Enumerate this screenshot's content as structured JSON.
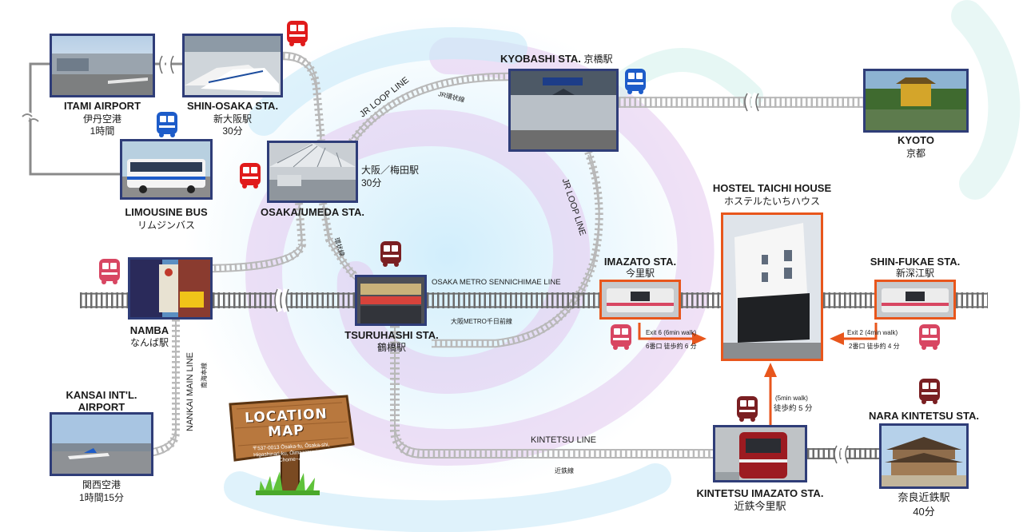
{
  "stations": {
    "itami": {
      "name": "ITAMI AIRPORT",
      "jp": "伊丹空港",
      "time": "1時間"
    },
    "shin_osaka": {
      "name": "SHIN-OSAKA STA.",
      "jp": "新大阪駅",
      "time": "30分"
    },
    "limousine": {
      "name": "LIMOUSINE BUS",
      "jp": "リムジンバス"
    },
    "osaka_umeda": {
      "name": "OSAKA/UMEDA STA.",
      "jp": "大阪／梅田駅",
      "time": "30分"
    },
    "kyobashi": {
      "name": "KYOBASHI STA.",
      "jp": "京橋駅"
    },
    "kyoto": {
      "name": "KYOTO",
      "jp": "京都"
    },
    "hostel": {
      "name": "HOSTEL TAICHI HOUSE",
      "jp": "ホステルたいちハウス"
    },
    "imazato": {
      "name": "IMAZATO STA.",
      "jp": "今里駅"
    },
    "shin_fukae": {
      "name": "SHIN-FUKAE STA.",
      "jp": "新深江駅"
    },
    "namba": {
      "name": "NAMBA",
      "jp": "なんば駅"
    },
    "tsuruhashi": {
      "name": "TSURUHASHI STA.",
      "jp": "鶴橋駅"
    },
    "kansai": {
      "name": "KANSAI INT'L. AIRPORT",
      "jp": "関西空港",
      "time": "1時間15分"
    },
    "kintetsu_imazato": {
      "name": "KINTETSU IMAZATO STA.",
      "jp": "近鉄今里駅"
    },
    "nara": {
      "name": "NARA KINTETSU STA.",
      "jp": "奈良近鉄駅",
      "time": "40分"
    }
  },
  "lines": {
    "jr_loop_1": "JR LOOP LINE",
    "jr_loop_1_jp": "JR環状線",
    "jr_loop_2": "JR LOOP LINE",
    "sennichimae": "OSAKA METRO SENNICHIMAE LINE",
    "sennichimae_jp": "大阪METRO千日前線",
    "kintetsu": "KINTETSU LINE",
    "kintetsu_jp": "近鉄線",
    "nankai": "NANKAI MAIN LINE",
    "nankai_jp": "南海本線",
    "misc_jp": "環状線"
  },
  "walk": {
    "exit6": "Exit 6 (6min walk)",
    "exit6_jp": "6番口 徒歩約 6 分",
    "exit2": "Exit 2 (4min walk)",
    "exit2_jp": "2番口 徒歩約 4 分",
    "kintetsu": "(5min walk)",
    "kintetsu_jp": "徒歩約 5 分"
  },
  "sign": {
    "title_1": "LOCATION",
    "title_2": "MAP",
    "address_1": "〒537-0013 Ōsaka-fu, Ōsaka-shi,",
    "address_2": "Higashinari-ku, Ōimazatominami,",
    "address_3": "3 Chome−4−25"
  },
  "colors": {
    "track": "#6c6c6c",
    "loop_track": "#b9b9b9",
    "photo_frame": "#2f3d78",
    "hostel_frame": "#e8561c",
    "jr_train": "#e01b1b",
    "bus": "#1d5cc9",
    "kintetsu_train": "#7a1f22",
    "metro_train": "#d84662"
  },
  "icons": [
    "train-icon",
    "bus-icon",
    "arrow-icon",
    "break-icon",
    "sign-icon",
    "grass-icon"
  ]
}
